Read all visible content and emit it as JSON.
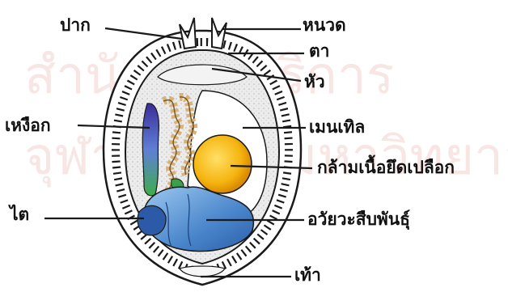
{
  "labels": {
    "mouth": "ปาก",
    "tentacle": "หนวด",
    "eye": "ตา",
    "head": "หัว",
    "gill": "เหงือก",
    "mantle": "เมนเทิล",
    "shell_muscle": "กล้ามเนื้อยึดเปลือก",
    "kidney": "ไต",
    "reproductive": "อวัยวะสืบพันธุ์",
    "foot": "เท้า"
  },
  "watermark": "สำนักหอสมุด วิทยบริการ จุฬาลงกรณ์มหาวิทยาลัย",
  "colors": {
    "outline": "#1a1a1a",
    "body": "#e9e9e9",
    "muscle": "#f7c11b",
    "reproductive": "#4d8fd0",
    "gill": "#d7b27a",
    "kidney": "#3a63b4"
  }
}
